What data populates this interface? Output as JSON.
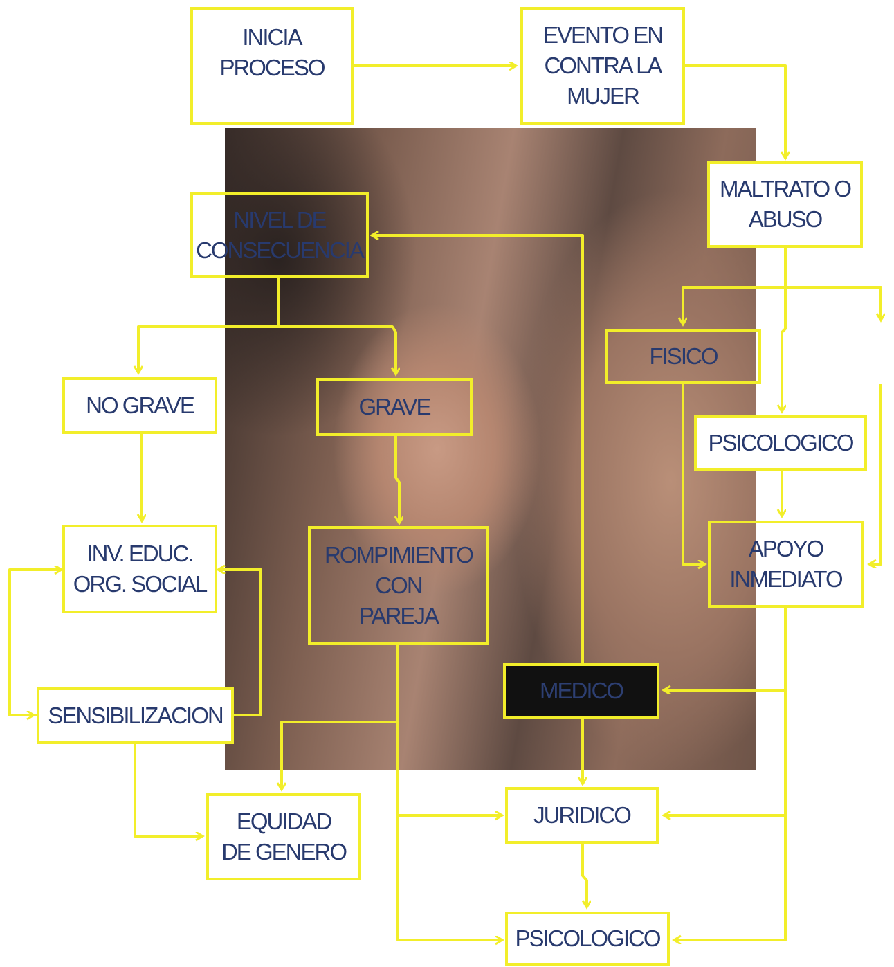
{
  "colors": {
    "line": "#f2ee2a",
    "text": "#283a6e",
    "dark_box": "#111111"
  },
  "photo": {
    "icon": "photo-woman-and-man"
  },
  "nodes": {
    "inicia": "INICIA\nPROCESO",
    "evento": "EVENTO EN\nCONTRA LA\nMUJER",
    "maltrato": "MALTRATO O\nABUSO",
    "nivel": "NIVEL DE\nCONSECUENCIA",
    "fisico": "FISICO",
    "no_grave": "NO GRAVE",
    "grave": "GRAVE",
    "psicologico_tipo": "PSICOLOGICO",
    "apoyo": "APOYO\nINMEDIATO",
    "inv": "INV. EDUC.\nORG. SOCIAL",
    "rompimiento": "ROMPIMIENTO\nCON\nPAREJA",
    "medico": "MEDICO",
    "sensibilizacion": "SENSIBILIZACION",
    "equidad": "EQUIDAD\nDE GENERO",
    "juridico": "JURIDICO",
    "psicologico_final": "PSICOLOGICO"
  }
}
